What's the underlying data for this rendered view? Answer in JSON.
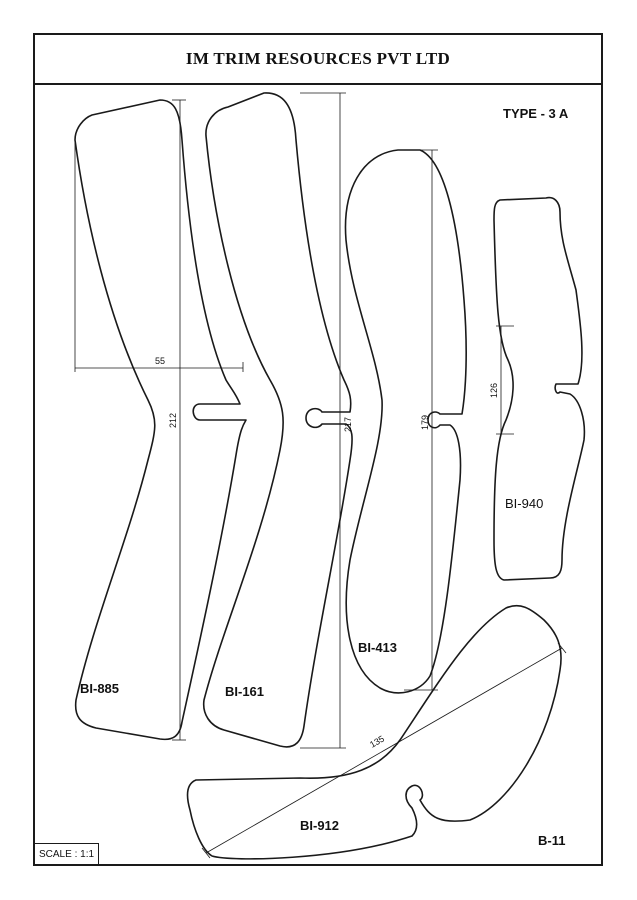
{
  "header": {
    "company": "IM TRIM RESOURCES PVT LTD",
    "type": "TYPE - 3 A"
  },
  "footer": {
    "scale": "SCALE : 1:1",
    "drawing_id": "B-11"
  },
  "parts": [
    {
      "label": "BI-885",
      "dimensions": [
        "55",
        "212"
      ]
    },
    {
      "label": "BI-161",
      "dimensions": [
        "217"
      ]
    },
    {
      "label": "BI-413",
      "dimensions": [
        "179"
      ]
    },
    {
      "label": "BI-940",
      "dimensions": [
        "126"
      ]
    },
    {
      "label": "BI-912",
      "dimensions": [
        "135"
      ]
    }
  ]
}
